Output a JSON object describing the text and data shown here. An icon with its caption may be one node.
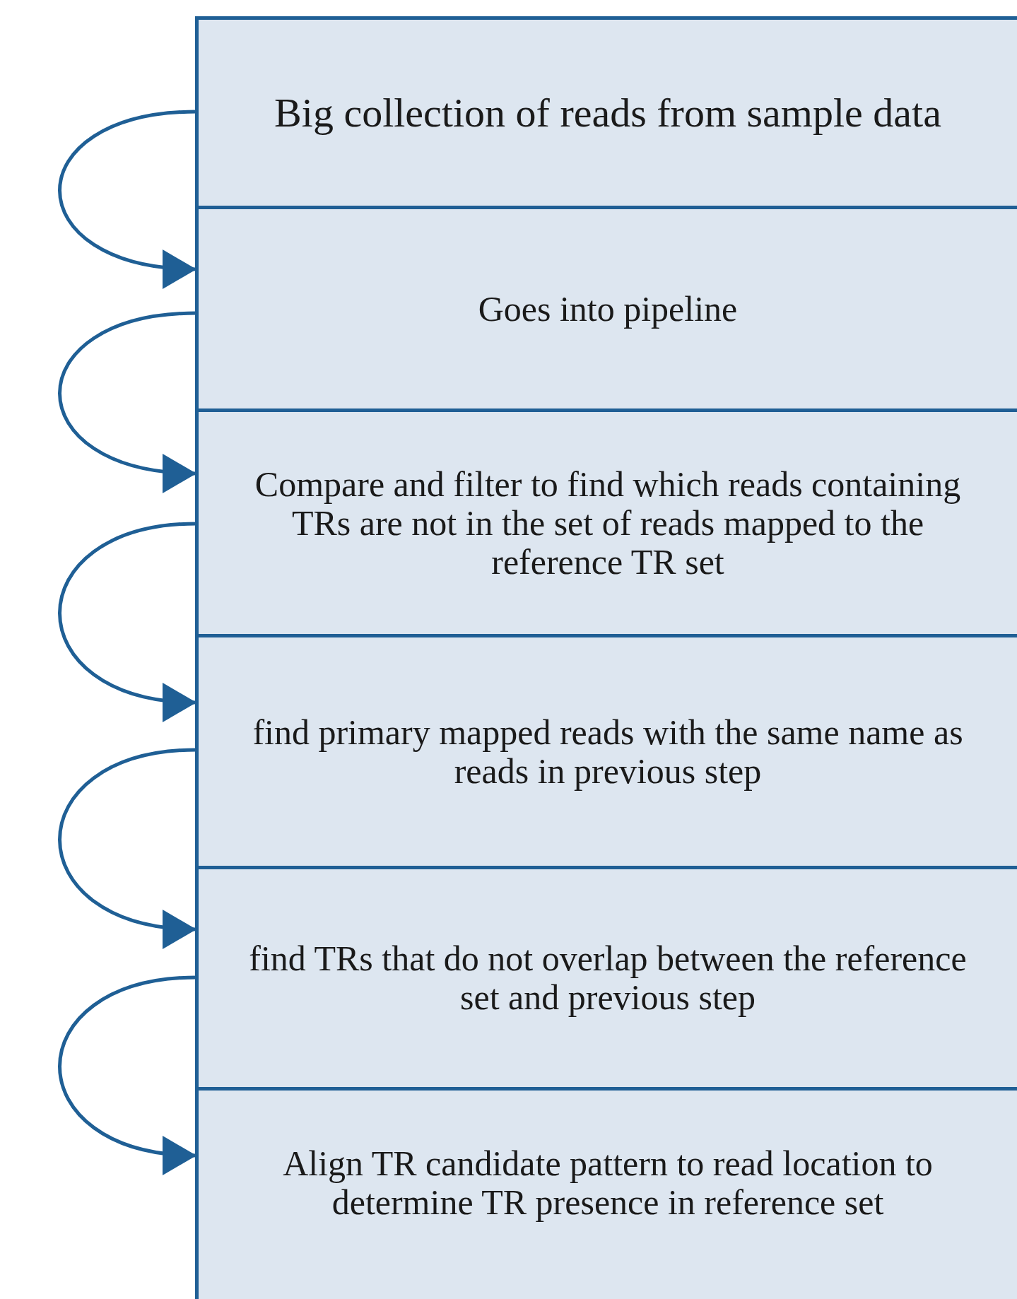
{
  "diagram": {
    "nodes": [
      {
        "text": [
          "Big collection of reads from sample data"
        ]
      },
      {
        "text": [
          "Goes into pipeline"
        ]
      },
      {
        "text": [
          "Compare and filter to find which reads containing TRs are not in the set of reads mapped to the reference TR set"
        ]
      },
      {
        "text": [
          "find primary mapped reads with the same name as reads in previous step"
        ]
      },
      {
        "text": [
          "find TRs that do not overlap between the reference set and previous step"
        ]
      },
      {
        "text": [
          "Align TR candidate pattern to read location to determine TR presence in reference set"
        ]
      }
    ],
    "edges": [
      {
        "from": 0,
        "to": 1,
        "arrow": "to"
      },
      {
        "from": 1,
        "to": 2,
        "arrow": "to"
      },
      {
        "from": 2,
        "to": 3,
        "arrow": "to"
      },
      {
        "from": 3,
        "to": 4,
        "arrow": "to"
      },
      {
        "from": 4,
        "to": 5,
        "arrow": "to"
      }
    ]
  }
}
